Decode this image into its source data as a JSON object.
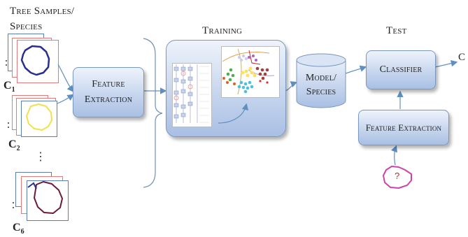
{
  "headers": {
    "tree_samples": [
      "Tree Samples/",
      "Species"
    ],
    "training": "Training",
    "test": "Test"
  },
  "boxes": {
    "feature_extraction_left": [
      "Feature",
      "Extraction"
    ],
    "model": [
      "Model/",
      "Species"
    ],
    "classifier": "Classifier",
    "feature_extraction_right": "Feature Extraction"
  },
  "class_labels": {
    "c1": {
      "main": "C",
      "sub": "1"
    },
    "c2": {
      "main": "C",
      "sub": "2"
    },
    "c6": {
      "main": "C",
      "sub": "6"
    }
  },
  "ellipsis": "⋮",
  "output_label": "C",
  "query_mark": "?",
  "colors": {
    "box_fill_top": "#eef3fb",
    "box_fill_bottom": "#a9bfe3",
    "arrow": "#5f8fc0",
    "c1_contour": "#2a2f8f",
    "c2_contour": "#f2e04a",
    "c6_contour": "#6b1a3a",
    "query_contour": "#cc44aa"
  }
}
